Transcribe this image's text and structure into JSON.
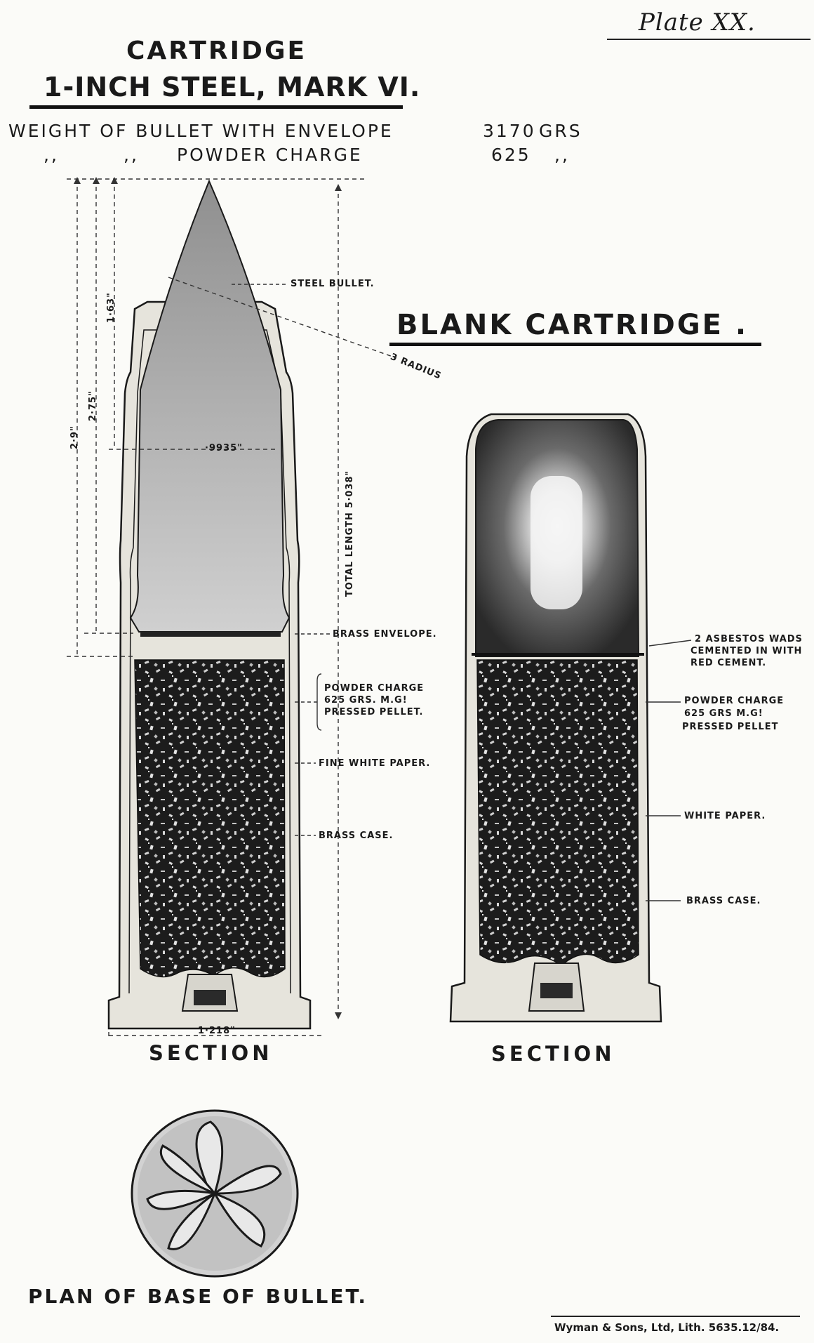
{
  "plate": "Plate XX.",
  "title": {
    "line1": "CARTRIDGE",
    "line2": "1-INCH STEEL, MARK VI."
  },
  "specs": {
    "row1": {
      "label": "WEIGHT OF BULLET WITH ENVELOPE",
      "value": "3170",
      "unit": "GRS"
    },
    "row2": {
      "ditto1": ",,",
      "ditto2": ",,",
      "label": "POWDER CHARGE",
      "value": "625",
      "unit": ",,"
    }
  },
  "blank_title": "BLANK CARTRIDGE .",
  "ball_cartridge": {
    "labels": {
      "steel_bullet": "STEEL BULLET.",
      "radius": "3 RADIUS",
      "brass_envelope": "BRASS ENVELOPE.",
      "powder": [
        "POWDER CHARGE",
        "625 GRS. M.G!",
        "PRESSED PELLET."
      ],
      "paper": "FINE WHITE PAPER.",
      "case": "BRASS CASE."
    },
    "dimensions": {
      "total_length": "TOTAL LENGTH 5·038\"",
      "d1": "1·63\"",
      "d2": "2·75\"",
      "d3": "2·9\"",
      "bullet_dia": "·9935\"",
      "rim_dia": "1·218\""
    },
    "section_label": "SECTION"
  },
  "blank_cartridge": {
    "labels": {
      "wads": [
        "2 ASBESTOS WADS",
        "CEMENTED IN WITH",
        "RED CEMENT."
      ],
      "powder": [
        "POWDER CHARGE",
        "625 GRS M.G!",
        "PRESSED PELLET"
      ],
      "paper": "WHITE PAPER.",
      "case": "BRASS CASE."
    },
    "section_label": "SECTION"
  },
  "plan_label": "PLAN OF BASE OF BULLET.",
  "imprint": "Wyman & Sons, Ltd, Lith. 5635.12/84.",
  "colors": {
    "ink": "#1a1a1a",
    "brass": "#e6e4dc",
    "powder": "#1c1c1c",
    "paper": "#fbfbf8"
  }
}
